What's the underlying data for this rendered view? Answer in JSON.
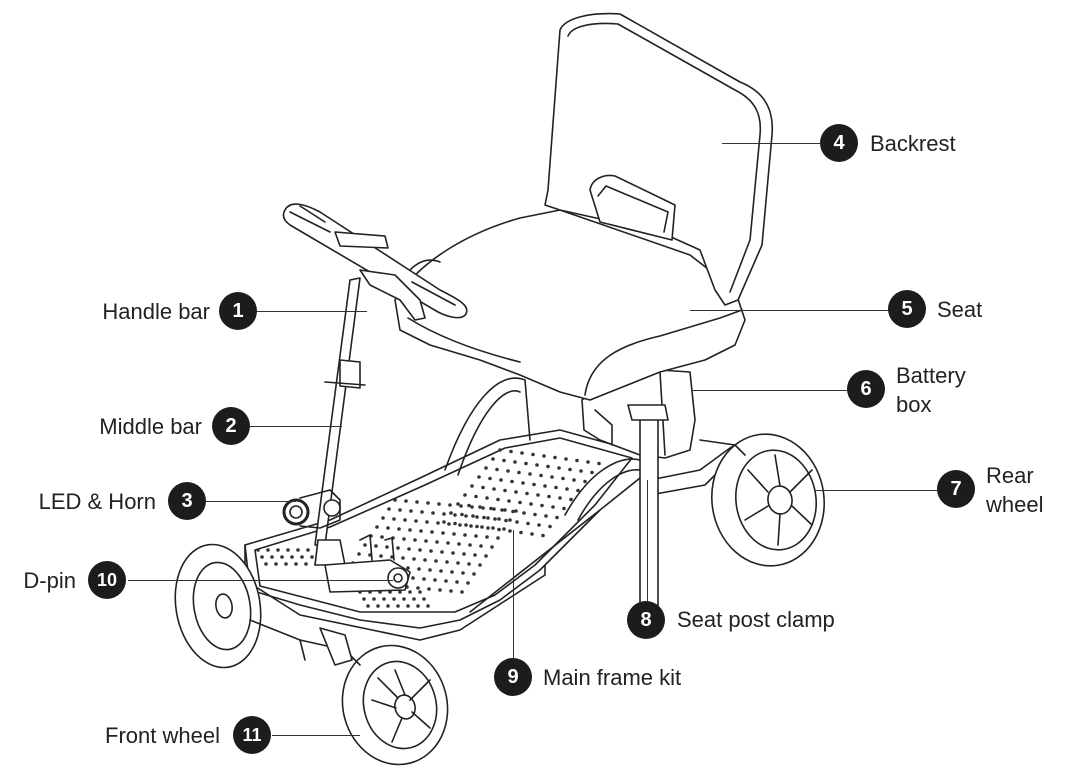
{
  "title": "Mobility scooter parts diagram",
  "parts": [
    {
      "num": "1",
      "label": "Handle bar"
    },
    {
      "num": "2",
      "label": "Middle bar"
    },
    {
      "num": "3",
      "label": "LED & Horn"
    },
    {
      "num": "4",
      "label": "Backrest"
    },
    {
      "num": "5",
      "label": "Seat"
    },
    {
      "num": "6",
      "label": "Battery box",
      "lines": [
        "Battery",
        "box"
      ]
    },
    {
      "num": "7",
      "label": "Rear wheel",
      "lines": [
        "Rear",
        "wheel"
      ]
    },
    {
      "num": "8",
      "label": "Seat post clamp"
    },
    {
      "num": "9",
      "label": "Main frame kit"
    },
    {
      "num": "10",
      "label": "D-pin"
    },
    {
      "num": "11",
      "label": "Front wheel"
    }
  ],
  "colors": {
    "badge": "#1c1c1c",
    "line": "#222222",
    "fill": "#ffffff"
  }
}
